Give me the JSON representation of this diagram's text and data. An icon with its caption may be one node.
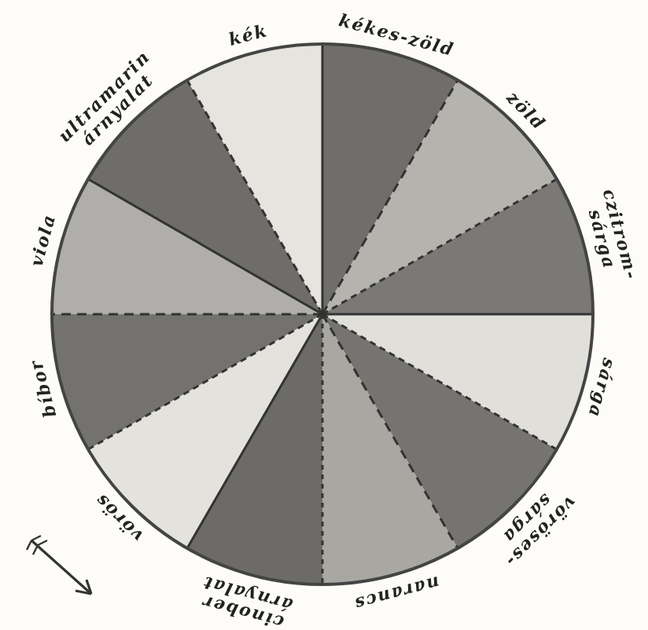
{
  "diagram": {
    "labels": [
      "kék",
      "kékes-zöld",
      "zöld",
      "czitrom-sárga",
      "sárga",
      "vöröses-sárga",
      "narancs",
      "cinober árnyalat",
      "vörös",
      "bíbor",
      "viola",
      "ultramarin árnyalat"
    ]
  }
}
